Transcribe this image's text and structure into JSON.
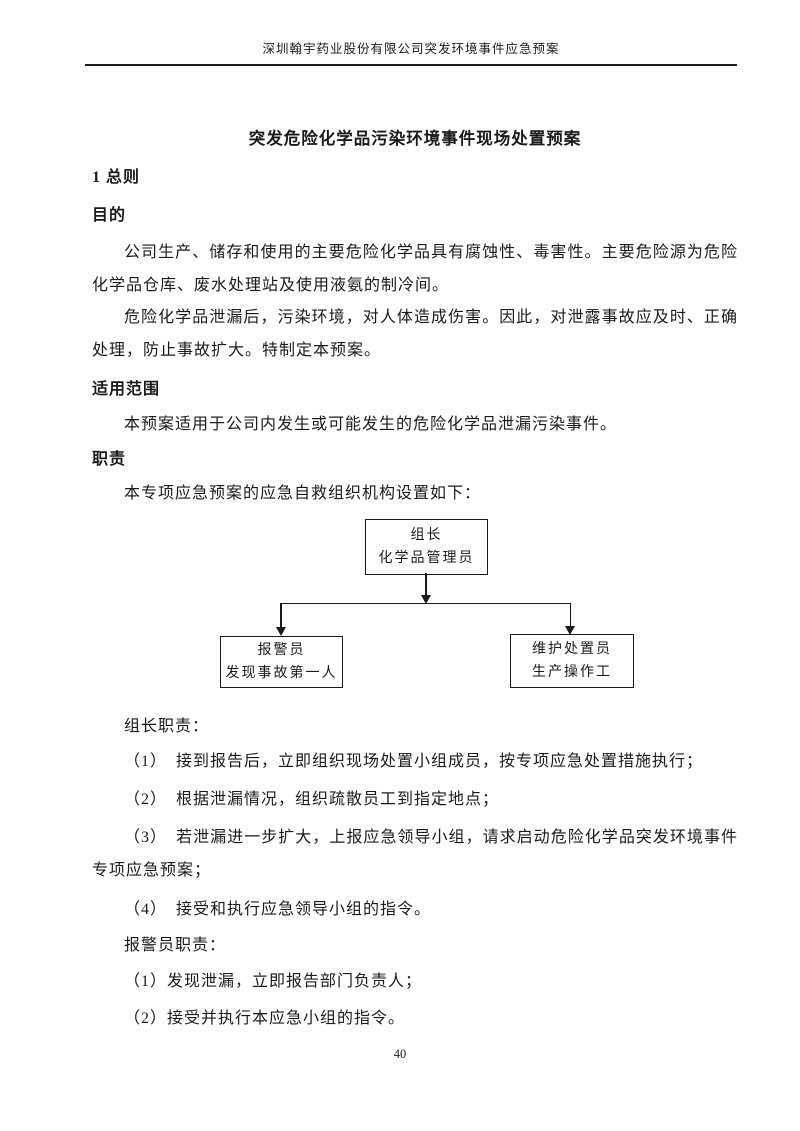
{
  "page": {
    "header_text": "深圳翰宇药业股份有限公司突发环境事件应急预案",
    "page_number": "40"
  },
  "doc": {
    "title": "突发危险化学品污染环境事件现场处置预案",
    "chapter_heading": "1 总则",
    "purpose_heading": "目的",
    "purpose_para1": "公司生产、储存和使用的主要危险化学品具有腐蚀性、毒害性。主要危险源为危险化学品仓库、废水处理站及使用液氨的制冷间。",
    "purpose_para2": "危险化学品泄漏后，污染环境，对人体造成伤害。因此，对泄露事故应及时、正确处理，防止事故扩大。特制定本预案。",
    "scope_heading": "适用范围",
    "scope_para": "本预案适用于公司内发生或可能发生的危险化学品泄漏污染事件。",
    "duties_heading": "职责",
    "duties_intro": "本专项应急预案的应急自救组织机构设置如下：",
    "org_chart": {
      "leader_box": {
        "line1": "组长",
        "line2": "化学品管理员"
      },
      "alarm_box": {
        "line1": "报警员",
        "line2": "发现事故第一人"
      },
      "maintenance_box": {
        "line1": "维护处置员",
        "line2": "生产操作工"
      }
    },
    "leader_duties_heading": "组长职责：",
    "leader_duties": [
      "（1）　接到报告后，立即组织现场处置小组成员，按专项应急处置措施执行；",
      "（2）　根据泄漏情况，组织疏散员工到指定地点；",
      "（3）　若泄漏进一步扩大，上报应急领导小组，请求启动危险化学品突发环境事件专项应急预案；",
      "（4）　接受和执行应急领导小组的指令。"
    ],
    "alarm_duties_heading": "报警员职责：",
    "alarm_duties": [
      "（1）发现泄漏，立即报告部门负责人；",
      "（2）接受并执行本应急小组的指令。"
    ]
  },
  "colors": {
    "text": "#1b1b1b",
    "line": "#1b1b1b",
    "page_background": "#ffffff"
  }
}
